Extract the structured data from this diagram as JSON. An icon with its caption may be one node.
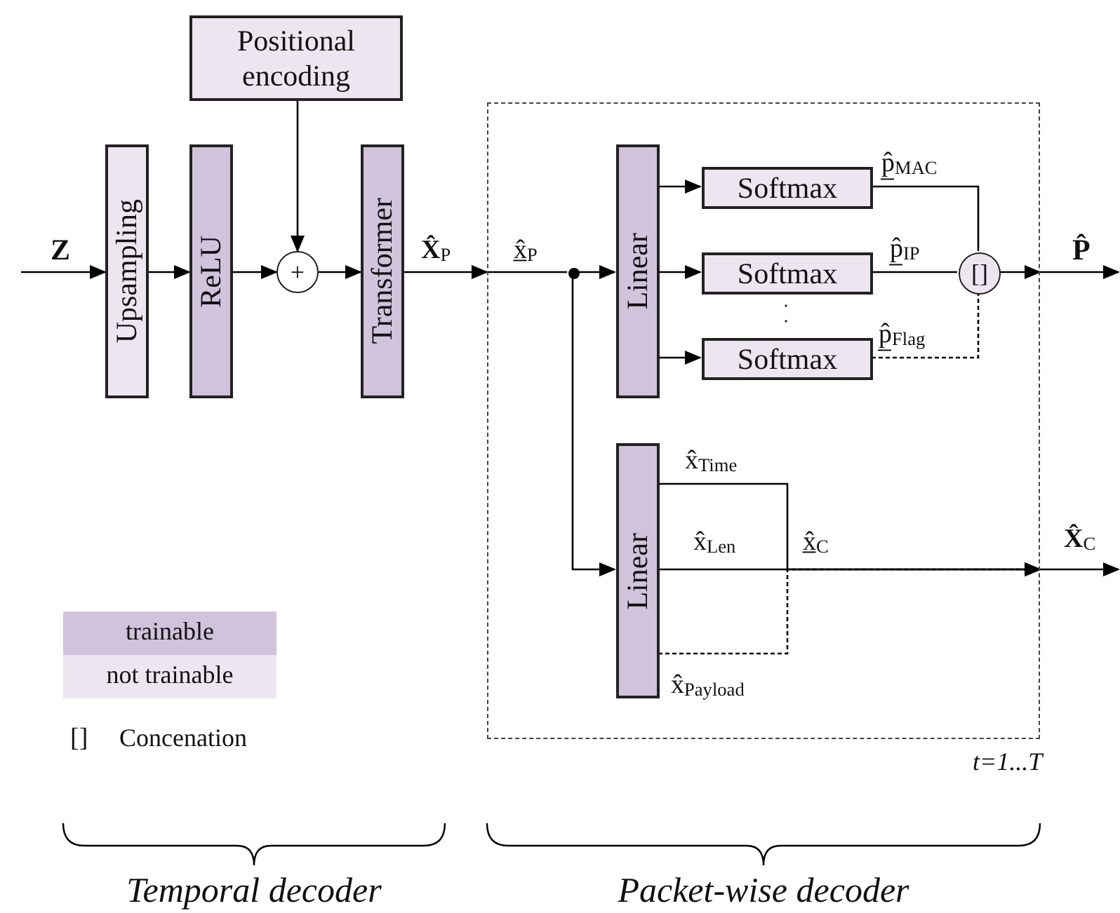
{
  "diagram": {
    "nodes": [
      {
        "text": [
          "Positional encoding"
        ]
      },
      {
        "text": [
          "Upsampling"
        ]
      },
      {
        "text": [
          "ReLU"
        ]
      },
      {
        "text": [
          "+"
        ]
      },
      {
        "text": [
          "Transformer"
        ]
      },
      {
        "text": [],
        "shape": "box",
        "beside": [
          "t=1...T"
        ]
      },
      {
        "text": [
          "Linear"
        ],
        "in": 5
      },
      {
        "text": [
          "Softmax"
        ],
        "in": 5
      },
      {
        "text": [
          "Softmax"
        ],
        "in": 5
      },
      {
        "text": [
          "Softmax"
        ],
        "in": 5
      },
      {
        "text": [
          "[]"
        ],
        "in": 5
      },
      {
        "text": [
          "Linear"
        ],
        "in": 5
      },
      {
        "text": [],
        "shape": "circle",
        "in": 5
      }
    ],
    "edges": [
      {
        "from": null,
        "to": 1,
        "arrow": "to",
        "label": "Z"
      },
      {
        "from": 1,
        "to": 2,
        "arrow": "to"
      },
      {
        "from": 2,
        "to": 3,
        "arrow": "to"
      },
      {
        "from": 0,
        "to": 3,
        "arrow": "to"
      },
      {
        "from": 3,
        "to": 4,
        "arrow": "to"
      },
      {
        "from": 4,
        "to": 5,
        "arrow": "to",
        "label": "**X̂**$_{P}$"
      },
      {
        "from": 5,
        "to": 12,
        "arrow": "none",
        "label": "x̲̂$_{P}$"
      },
      {
        "from": 12,
        "to": 6,
        "arrow": "to"
      },
      {
        "from": 12,
        "to": 11,
        "arrow": "to"
      },
      {
        "from": 6,
        "to": 7,
        "arrow": "to"
      },
      {
        "from": 6,
        "to": 8,
        "arrow": "to"
      },
      {
        "from": 6,
        "to": 9,
        "arrow": "to"
      },
      {
        "from": 7,
        "to": 10,
        "arrow": "none",
        "label": "p̲̂$_{MAC}$"
      },
      {
        "from": 8,
        "to": 10,
        "arrow": "none",
        "label": "p̲̂$_{IP}$"
      },
      {
        "from": 9,
        "to": 10,
        "arrow": "none",
        "label": "p̲̂$_{Flag}$",
        "style": "dashed"
      },
      {
        "from": 10,
        "to": 5,
        "arrow": "to"
      },
      {
        "from": 5,
        "to": null,
        "arrow": "to",
        "label": "P̂"
      },
      {
        "from": 11,
        "to": 5,
        "arrow": "to",
        "label": "x̂$_{Time}$"
      },
      {
        "from": 11,
        "to": 5,
        "arrow": "to",
        "label": "x̂$_{Len}$"
      },
      {
        "from": 11,
        "to": 5,
        "arrow": "to",
        "label": "x̂$_{Payload}$",
        "style": "dashed"
      },
      {
        "from": 5,
        "to": null,
        "arrow": "to",
        "label": "**X̂**$_{C}$"
      }
    ],
    "labels": [
      "x̲̂$_{C}$",
      "[]",
      "Temporal decoder",
      "Packet-wise decoder"
    ],
    "legend": [
      {
        "text": "trainable",
        "color": "#d1c3dc"
      },
      {
        "text": "not trainable",
        "color": "#ede6f0"
      },
      {
        "text": "Concenation"
      }
    ]
  }
}
